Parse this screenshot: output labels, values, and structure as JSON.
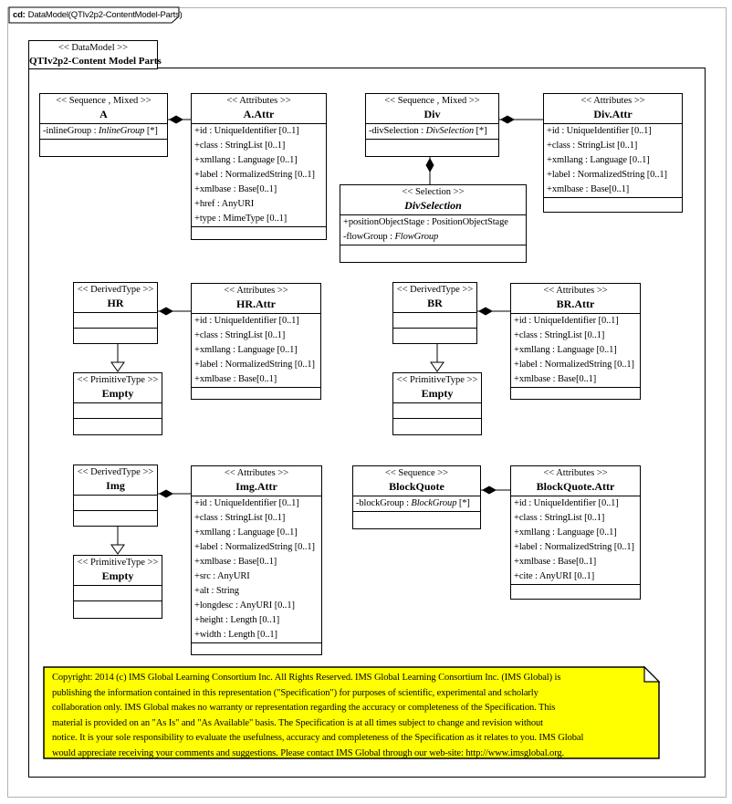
{
  "tab": {
    "prefix": "cd:",
    "label": "DataModel(QTIv2p2-ContentModel-Parts)"
  },
  "frame": {
    "stereotype": "<< DataModel >>",
    "name": "QTIv2p2-Content Model Parts"
  },
  "classes": {
    "a": {
      "stereotype": "<< Sequence , Mixed >>",
      "name": "A",
      "attributes": [
        {
          "pre": "-inlineGroup  : ",
          "italic": "InlineGroup",
          "post": " [*]"
        }
      ]
    },
    "a_attr": {
      "stereotype": "<< Attributes >>",
      "name": "A.Attr",
      "attributes": [
        {
          "pre": "+id : UniqueIdentifier  [0..1]"
        },
        {
          "pre": "+class : StringList  [0..1]"
        },
        {
          "pre": "+xmllang  : Language [0..1]"
        },
        {
          "pre": "+label : NormalizedString  [0..1]"
        },
        {
          "pre": "+xmlbase : Base[0..1]"
        },
        {
          "pre": "+href : AnyURI"
        },
        {
          "pre": "+type : MimeType [0..1]"
        }
      ]
    },
    "div": {
      "stereotype": "<< Sequence , Mixed >>",
      "name": "Div",
      "attributes": [
        {
          "pre": "-divSelection  : ",
          "italic": "DivSelection",
          "post": " [*]"
        }
      ]
    },
    "div_attr": {
      "stereotype": "<< Attributes >>",
      "name": "Div.Attr",
      "attributes": [
        {
          "pre": "+id : UniqueIdentifier  [0..1]"
        },
        {
          "pre": "+class : StringList  [0..1]"
        },
        {
          "pre": "+xmllang  : Language [0..1]"
        },
        {
          "pre": "+label : NormalizedString  [0..1]"
        },
        {
          "pre": "+xmlbase : Base[0..1]"
        }
      ]
    },
    "div_selection": {
      "stereotype": "<< Selection >>",
      "name": "DivSelection",
      "attributes": [
        {
          "pre": "+positionObjectStage  : PositionObjectStage"
        },
        {
          "pre": "-flowGroup  : ",
          "italic": "FlowGroup"
        }
      ]
    },
    "hr": {
      "stereotype": "<< DerivedType >>",
      "name": "HR",
      "attributes": []
    },
    "hr_attr": {
      "stereotype": "<< Attributes >>",
      "name": "HR.Attr",
      "attributes": [
        {
          "pre": "+id : UniqueIdentifier  [0..1]"
        },
        {
          "pre": "+class : StringList  [0..1]"
        },
        {
          "pre": "+xmllang  : Language [0..1]"
        },
        {
          "pre": "+label : NormalizedString  [0..1]"
        },
        {
          "pre": "+xmlbase : Base[0..1]"
        }
      ]
    },
    "empty_hr": {
      "stereotype": "<< PrimitiveType >>",
      "name": "Empty",
      "attributes": []
    },
    "br": {
      "stereotype": "<< DerivedType >>",
      "name": "BR",
      "attributes": []
    },
    "br_attr": {
      "stereotype": "<< Attributes >>",
      "name": "BR.Attr",
      "attributes": [
        {
          "pre": "+id : UniqueIdentifier  [0..1]"
        },
        {
          "pre": "+class : StringList  [0..1]"
        },
        {
          "pre": "+xmllang  : Language [0..1]"
        },
        {
          "pre": "+label : NormalizedString  [0..1]"
        },
        {
          "pre": "+xmlbase : Base[0..1]"
        }
      ]
    },
    "empty_br": {
      "stereotype": "<< PrimitiveType >>",
      "name": "Empty",
      "attributes": []
    },
    "img": {
      "stereotype": "<< DerivedType >>",
      "name": "Img",
      "attributes": []
    },
    "img_attr": {
      "stereotype": "<< Attributes >>",
      "name": "Img.Attr",
      "attributes": [
        {
          "pre": "+id : UniqueIdentifier  [0..1]"
        },
        {
          "pre": "+class : StringList  [0..1]"
        },
        {
          "pre": "+xmllang  : Language [0..1]"
        },
        {
          "pre": "+label : NormalizedString  [0..1]"
        },
        {
          "pre": "+xmlbase : Base[0..1]"
        },
        {
          "pre": "+src : AnyURI"
        },
        {
          "pre": "+alt : String"
        },
        {
          "pre": "+longdesc  : AnyURI [0..1]"
        },
        {
          "pre": "+height : Length [0..1]"
        },
        {
          "pre": "+width : Length [0..1]"
        }
      ]
    },
    "empty_img": {
      "stereotype": "<< PrimitiveType >>",
      "name": "Empty",
      "attributes": []
    },
    "blockquote": {
      "stereotype": "<< Sequence >>",
      "name": "BlockQuote",
      "attributes": [
        {
          "pre": "-blockGroup  : ",
          "italic": "BlockGroup",
          "post": " [*]"
        }
      ]
    },
    "blockquote_attr": {
      "stereotype": "<< Attributes >>",
      "name": "BlockQuote.Attr",
      "attributes": [
        {
          "pre": "+id : UniqueIdentifier  [0..1]"
        },
        {
          "pre": "+class : StringList  [0..1]"
        },
        {
          "pre": "+xmllang  : Language [0..1]"
        },
        {
          "pre": "+label : NormalizedString  [0..1]"
        },
        {
          "pre": "+xmlbase : Base[0..1]"
        },
        {
          "pre": "+cite : AnyURI [0..1]"
        }
      ]
    }
  },
  "relations": [
    {
      "from": "A",
      "to": "A.Attr",
      "type": "composition"
    },
    {
      "from": "Div",
      "to": "Div.Attr",
      "type": "composition"
    },
    {
      "from": "Div",
      "to": "DivSelection",
      "type": "composition"
    },
    {
      "from": "HR",
      "to": "HR.Attr",
      "type": "composition"
    },
    {
      "from": "HR",
      "to": "Empty",
      "type": "generalization"
    },
    {
      "from": "BR",
      "to": "BR.Attr",
      "type": "composition"
    },
    {
      "from": "BR",
      "to": "Empty",
      "type": "generalization"
    },
    {
      "from": "Img",
      "to": "Img.Attr",
      "type": "composition"
    },
    {
      "from": "Img",
      "to": "Empty",
      "type": "generalization"
    },
    {
      "from": "BlockQuote",
      "to": "BlockQuote.Attr",
      "type": "composition"
    }
  ],
  "note": {
    "lines": [
      "Copyright: 2014 (c) IMS Global Learning Consortium Inc.  All Rights Reserved.  IMS Global Learning Consortium Inc. (IMS Global) is",
      "publishing the information contained in this representation (\"Specification\") for purposes of scientific, experimental and scholarly",
      "collaboration only.  IMS Global makes no warranty or representation regarding the accuracy or completeness of the Specification.  This",
      "material is provided on an \"As Is\" and \"As Available\" basis.  The Specification is at all times subject to change and revision without",
      "notice.  It is your sole responsibility to evaluate the usefulness, accuracy and completeness of the Specification as it relates to you.  IMS Global",
      "would appreciate receiving your comments and suggestions.  Please contact IMS Global through our web-site: http://www.imsglobal.org."
    ]
  },
  "colors": {
    "note_fill": "#ffff00",
    "outer_border": "#b3b3b3",
    "line": "#000000"
  }
}
